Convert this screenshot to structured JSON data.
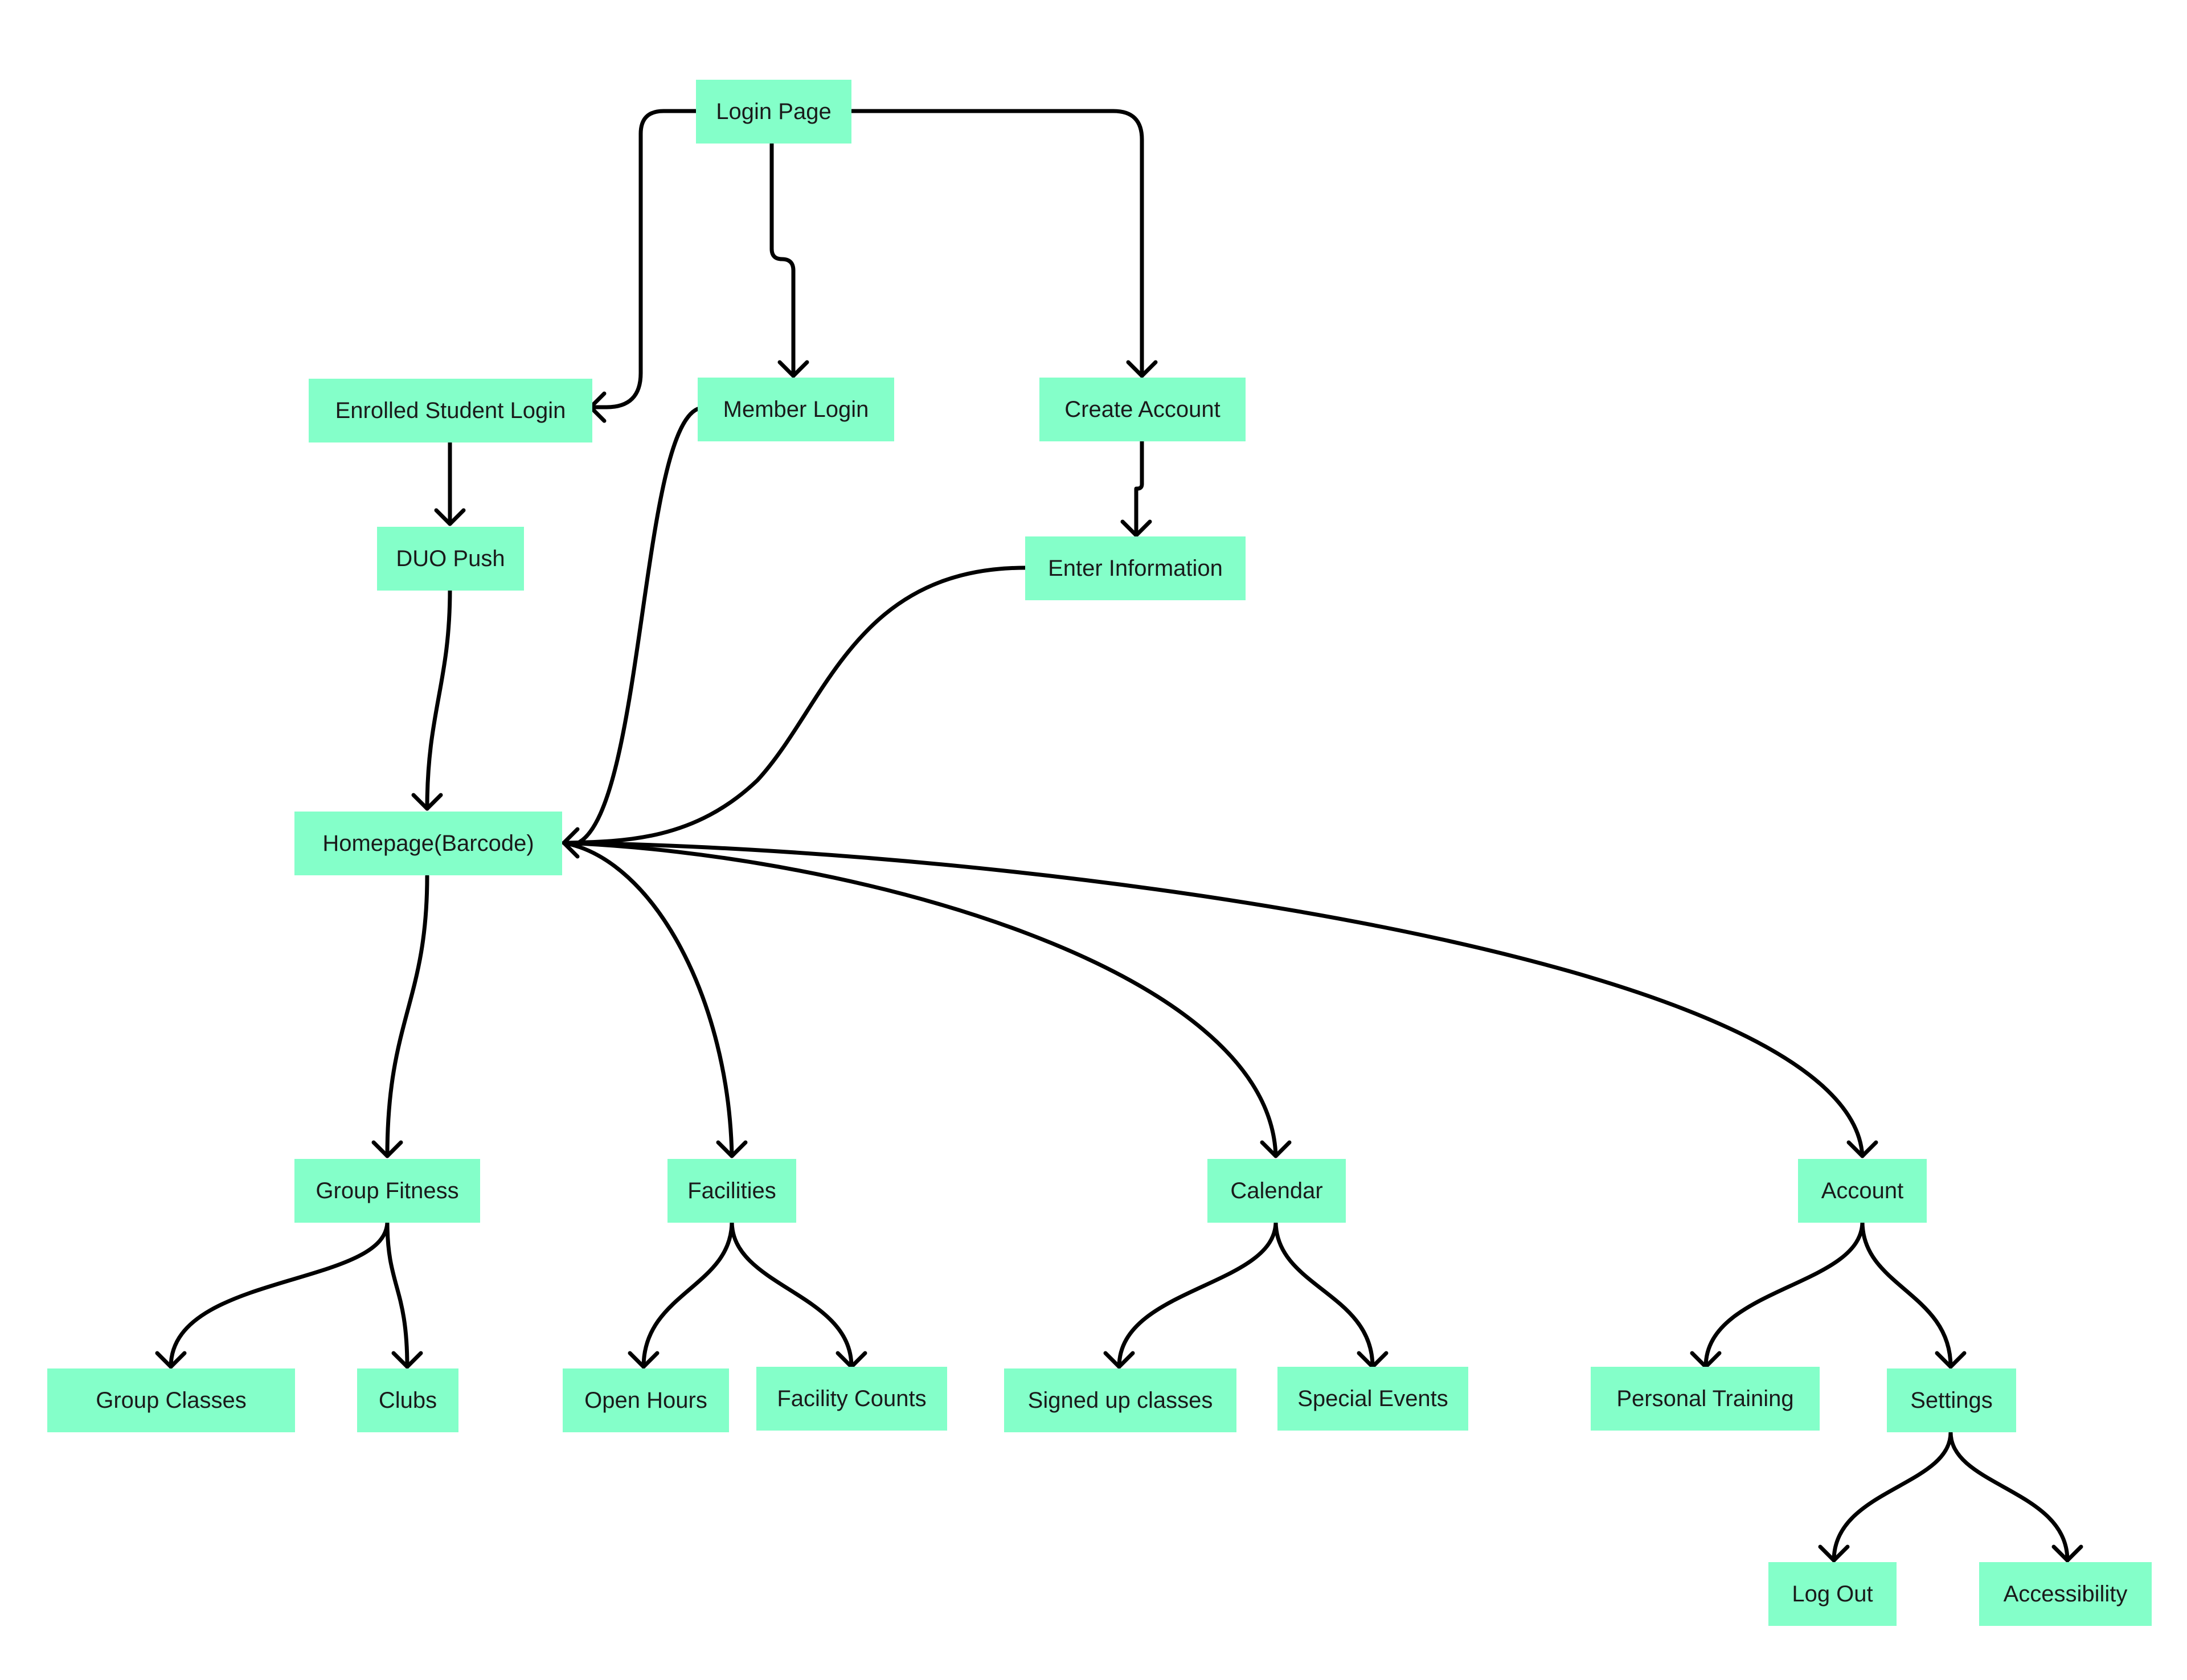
{
  "diagram": {
    "node_color": "#84FFC9",
    "edge_color": "#000000",
    "nodes": [
      {
        "id": "login-page",
        "label": "Login Page"
      },
      {
        "id": "enrolled-student-login",
        "label": "Enrolled Student Login"
      },
      {
        "id": "member-login",
        "label": "Member Login"
      },
      {
        "id": "create-account",
        "label": "Create Account"
      },
      {
        "id": "duo-push",
        "label": "DUO Push"
      },
      {
        "id": "enter-information",
        "label": "Enter Information"
      },
      {
        "id": "homepage-barcode",
        "label": "Homepage(Barcode)"
      },
      {
        "id": "group-fitness",
        "label": "Group Fitness"
      },
      {
        "id": "facilities",
        "label": "Facilities"
      },
      {
        "id": "calendar",
        "label": "Calendar"
      },
      {
        "id": "account",
        "label": "Account"
      },
      {
        "id": "group-classes",
        "label": "Group Classes"
      },
      {
        "id": "clubs",
        "label": "Clubs"
      },
      {
        "id": "open-hours",
        "label": "Open Hours"
      },
      {
        "id": "facility-counts",
        "label": "Facility Counts"
      },
      {
        "id": "signed-up-classes",
        "label": "Signed up classes"
      },
      {
        "id": "special-events",
        "label": "Special Events"
      },
      {
        "id": "personal-training",
        "label": "Personal Training"
      },
      {
        "id": "settings",
        "label": "Settings"
      },
      {
        "id": "log-out",
        "label": "Log Out"
      },
      {
        "id": "accessibility",
        "label": "Accessibility"
      }
    ],
    "edges": [
      {
        "from": "login-page",
        "to": "enrolled-student-login"
      },
      {
        "from": "login-page",
        "to": "member-login"
      },
      {
        "from": "login-page",
        "to": "create-account"
      },
      {
        "from": "enrolled-student-login",
        "to": "duo-push"
      },
      {
        "from": "create-account",
        "to": "enter-information"
      },
      {
        "from": "duo-push",
        "to": "homepage-barcode"
      },
      {
        "from": "member-login",
        "to": "homepage-barcode"
      },
      {
        "from": "enter-information",
        "to": "homepage-barcode"
      },
      {
        "from": "homepage-barcode",
        "to": "group-fitness"
      },
      {
        "from": "homepage-barcode",
        "to": "facilities"
      },
      {
        "from": "homepage-barcode",
        "to": "calendar"
      },
      {
        "from": "homepage-barcode",
        "to": "account"
      },
      {
        "from": "group-fitness",
        "to": "group-classes"
      },
      {
        "from": "group-fitness",
        "to": "clubs"
      },
      {
        "from": "facilities",
        "to": "open-hours"
      },
      {
        "from": "facilities",
        "to": "facility-counts"
      },
      {
        "from": "calendar",
        "to": "signed-up-classes"
      },
      {
        "from": "calendar",
        "to": "special-events"
      },
      {
        "from": "account",
        "to": "personal-training"
      },
      {
        "from": "account",
        "to": "settings"
      },
      {
        "from": "settings",
        "to": "log-out"
      },
      {
        "from": "settings",
        "to": "accessibility"
      }
    ]
  }
}
